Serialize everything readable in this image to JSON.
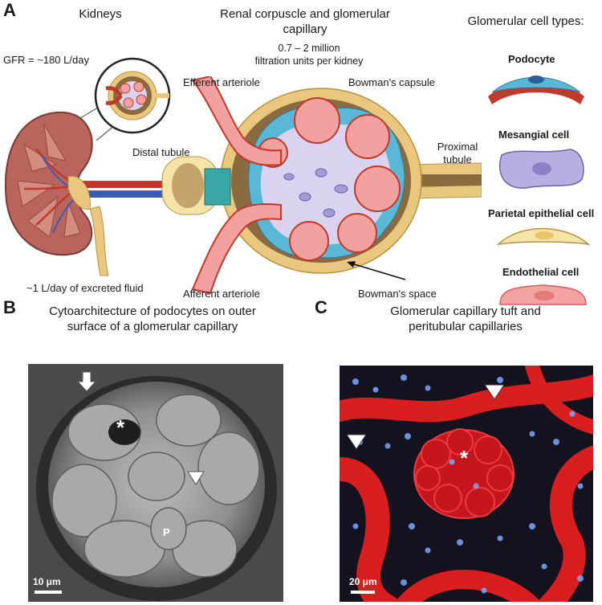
{
  "panel_a": {
    "letter": "A",
    "kidneys_title": "Kidneys",
    "corpuscle_title_line1": "Renal corpuscle and glomerular",
    "corpuscle_title_line2": "capillary",
    "filtration_line1": "0.7 – 2 million",
    "filtration_line2": "filtration units per kidney",
    "cell_types_title": "Glomerular cell types:",
    "gfr": "GFR = ~180 L/day",
    "excreted": "~1 L/day of excreted fluid",
    "efferent": "Efferent arteriole",
    "afferent": "Afferent arteriole",
    "bowmans_capsule": "Bowman's capsule",
    "bowmans_space": "Bowman's space",
    "distal_tubule": "Distal tubule",
    "proximal_line1": "Proximal",
    "proximal_line2": "tubule",
    "cells": {
      "podocyte": "Podocyte",
      "mesangial": "Mesangial cell",
      "parietal": "Parietal epithelial cell",
      "endothelial": "Endothelial cell"
    }
  },
  "panel_b": {
    "letter": "B",
    "title_line1": "Cytoarchitecture of podocytes on outer",
    "title_line2": "surface of a glomerular capillary",
    "asterisk": "*",
    "p_label": "P",
    "scale": "10 μm"
  },
  "panel_c": {
    "letter": "C",
    "title_line1": "Glomerular capillary tuft and",
    "title_line2": "peritubular capillaries",
    "asterisk": "*",
    "scale": "20 μm"
  },
  "colors": {
    "kidney_tissue": "#b9645c",
    "blood_red": "#c0392b",
    "vessel_blue": "#3b5bb5",
    "capsule_tan": "#e9c77e",
    "space_brown": "#8a6a3f",
    "podocyte_blue": "#5bb7d6",
    "mesangial_purple": "#a69ad6",
    "endothelial_pink": "#f2a0a0",
    "parietal_yellow": "#f6e3a8"
  }
}
